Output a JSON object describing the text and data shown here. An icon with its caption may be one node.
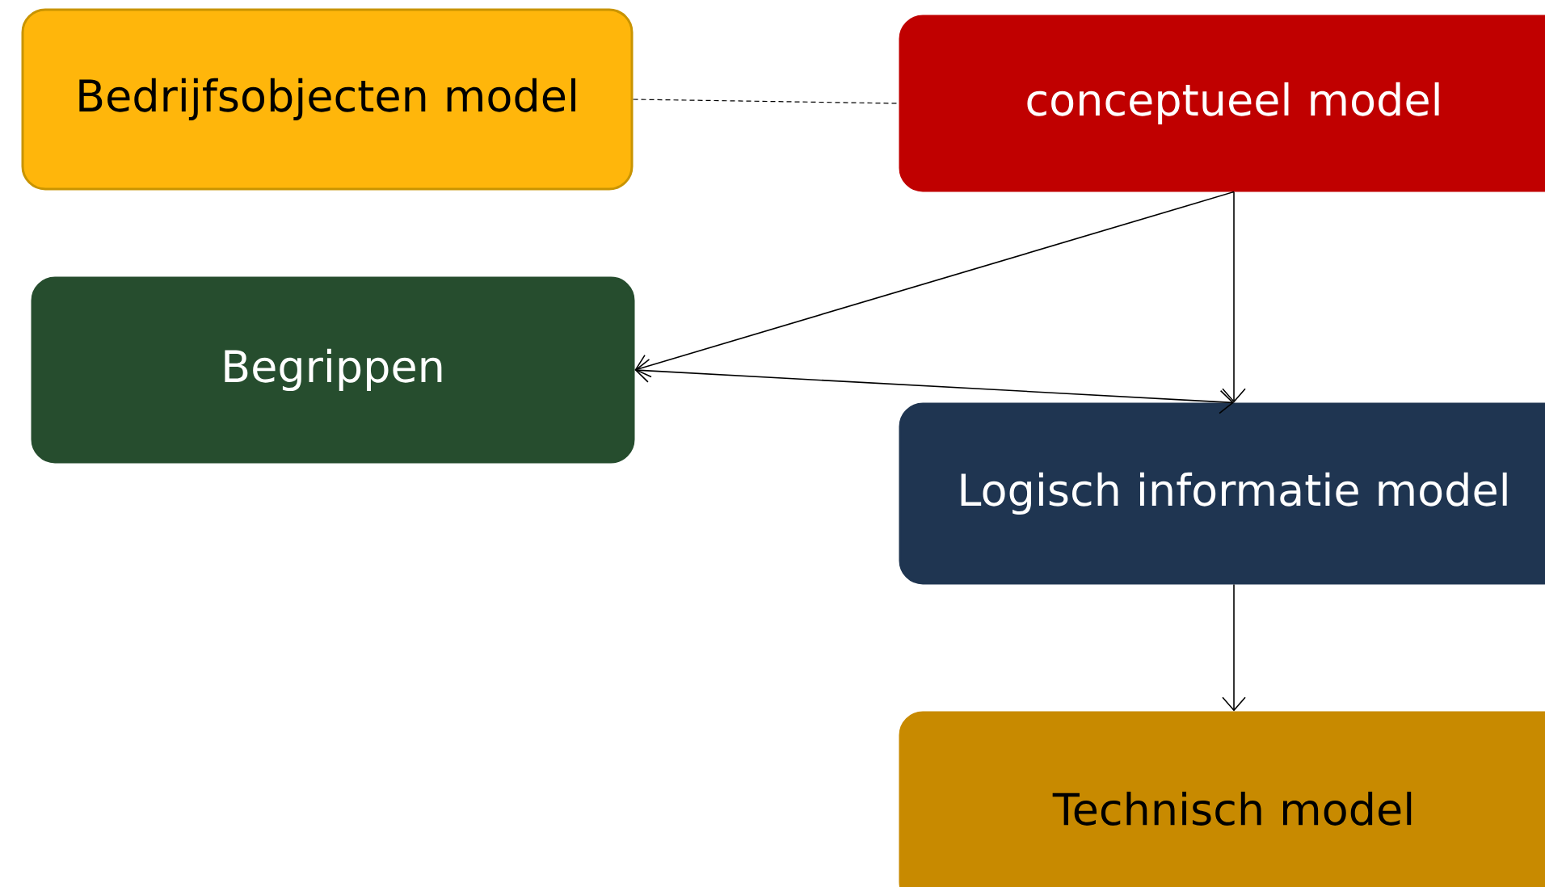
{
  "diagram": {
    "nodes": [
      {
        "text": [
          "Bedrijfsobjecten model"
        ]
      },
      {
        "text": [
          "conceptueel model"
        ]
      },
      {
        "text": [
          "Begrippen"
        ]
      },
      {
        "text": [
          "Logisch informatie model"
        ]
      },
      {
        "text": [
          "Technisch model"
        ]
      }
    ],
    "edges": [
      {
        "from": 0,
        "to": 1,
        "arrow": "none",
        "style": "dashed"
      },
      {
        "from": 1,
        "to": 2,
        "arrow": "to"
      },
      {
        "from": 1,
        "to": 3,
        "arrow": "to"
      },
      {
        "from": 2,
        "to": 3,
        "arrow": "both"
      },
      {
        "from": 3,
        "to": 4,
        "arrow": "to"
      }
    ]
  }
}
